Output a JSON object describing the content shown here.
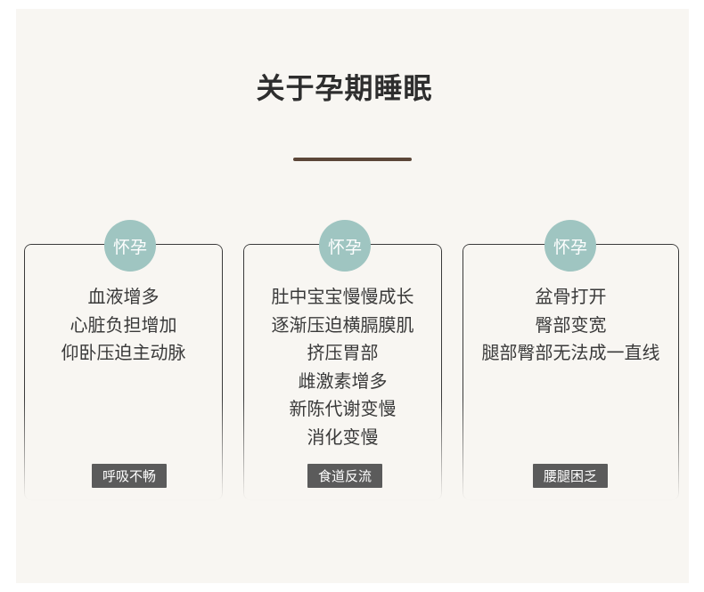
{
  "title": "关于孕期睡眠",
  "cards": [
    {
      "badge": "怀孕",
      "lines": [
        "血液增多",
        "心脏负担增加",
        "仰卧压迫主动脉"
      ],
      "tag": "呼吸不畅"
    },
    {
      "badge": "怀孕",
      "lines": [
        "肚中宝宝慢慢成长",
        "逐渐压迫横膈膜肌",
        "挤压胃部",
        "雌激素增多",
        "新陈代谢变慢",
        "消化变慢"
      ],
      "tag": "食道反流"
    },
    {
      "badge": "怀孕",
      "lines": [
        "盆骨打开",
        "臀部变宽",
        "腿部臀部无法成一直线"
      ],
      "tag": "腰腿困乏"
    }
  ],
  "colors": {
    "badge": "#9fc5c1",
    "tag": "#5b5b5b",
    "divider": "#5c4638",
    "background": "#f8f6f2"
  }
}
